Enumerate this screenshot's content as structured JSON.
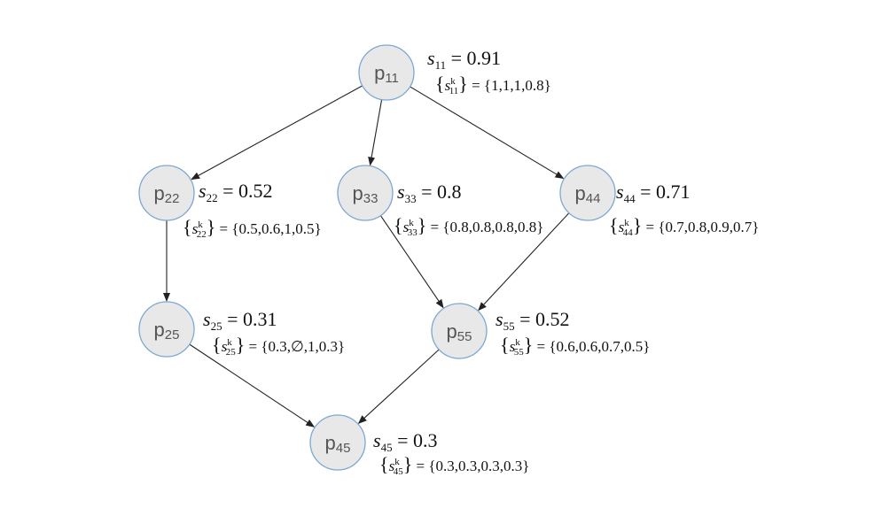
{
  "nodes": [
    {
      "id": "11",
      "letter": "p",
      "sub": "11",
      "score_sub": "11",
      "score": "= 0.91",
      "set_sub": "11",
      "set_values": "= {1,1,1,0.8}"
    },
    {
      "id": "22",
      "letter": "p",
      "sub": "22",
      "score_sub": "22",
      "score": "= 0.52",
      "set_sub": "22",
      "set_values": "= {0.5,0.6,1,0.5}"
    },
    {
      "id": "33",
      "letter": "p",
      "sub": "33",
      "score_sub": "33",
      "score": "= 0.8",
      "set_sub": "33",
      "set_values": "= {0.8,0.8,0.8,0.8}"
    },
    {
      "id": "44",
      "letter": "p",
      "sub": "44",
      "score_sub": "44",
      "score": "= 0.71",
      "set_sub": "44",
      "set_values": "= {0.7,0.8,0.9,0.7}"
    },
    {
      "id": "25",
      "letter": "p",
      "sub": "25",
      "score_sub": "25",
      "score": "= 0.31",
      "set_sub": "25",
      "set_values": "= {0.3,∅,1,0.3}"
    },
    {
      "id": "55",
      "letter": "p",
      "sub": "55",
      "score_sub": "55",
      "score": "= 0.52",
      "set_sub": "55",
      "set_values": "= {0.6,0.6,0.7,0.5}"
    },
    {
      "id": "45",
      "letter": "p",
      "sub": "45",
      "score_sub": "45",
      "score": "= 0.3",
      "set_sub": "45",
      "set_values": "= {0.3,0.3,0.3,0.3}"
    }
  ],
  "symbols": {
    "s": "s",
    "k": "k",
    "lbrace": "{",
    "rbrace": "}"
  },
  "edges": [
    {
      "from": "11",
      "to": "22"
    },
    {
      "from": "11",
      "to": "33"
    },
    {
      "from": "11",
      "to": "44"
    },
    {
      "from": "22",
      "to": "25"
    },
    {
      "from": "33",
      "to": "55"
    },
    {
      "from": "44",
      "to": "55"
    },
    {
      "from": "25",
      "to": "45"
    },
    {
      "from": "55",
      "to": "45"
    }
  ],
  "colors": {
    "node_fill": "#e8e8e8",
    "node_stroke": "#7ba7d4",
    "edge": "#222222",
    "label": "#555555"
  }
}
